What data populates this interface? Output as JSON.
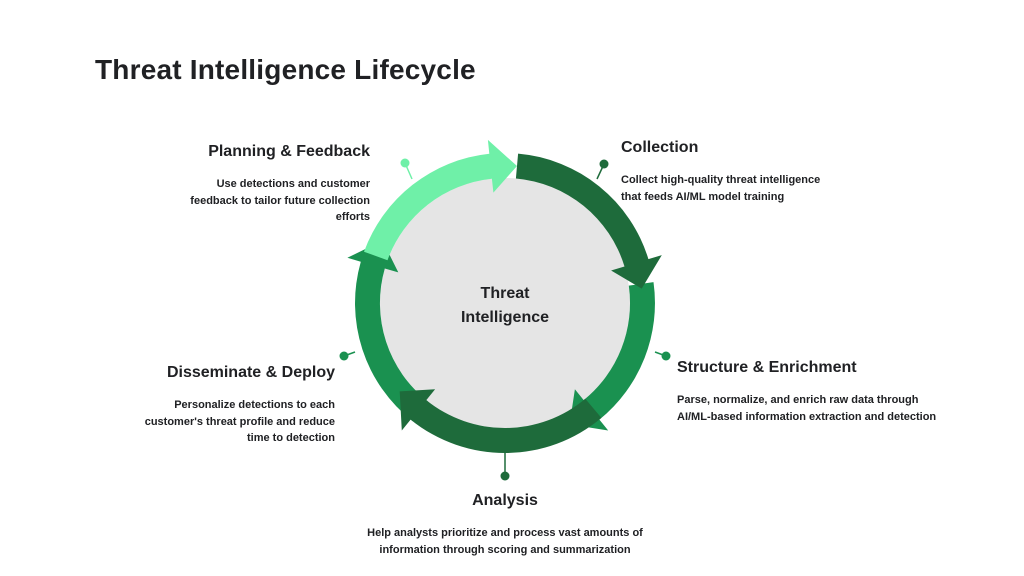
{
  "title": "Threat Intelligence Lifecycle",
  "center": {
    "line1": "Threat",
    "line2": "Intelligence"
  },
  "stages": [
    {
      "title": "Collection",
      "description": "Collect high-quality threat intelligence that feeds AI/ML model training"
    },
    {
      "title": "Structure & Enrichment",
      "description": "Parse, normalize, and enrich raw data through AI/ML-based information extraction and detection"
    },
    {
      "title": "Analysis",
      "description": "Help analysts prioritize and process vast amounts of information through scoring and summarization"
    },
    {
      "title": "Disseminate & Deploy",
      "description": "Personalize detections to each customer's threat profile and reduce time to detection"
    },
    {
      "title": "Planning & Feedback",
      "description": "Use detections and customer feedback to tailor future collection efforts"
    }
  ],
  "colors": {
    "collection": "#1e6b3b",
    "structure": "#1a9150",
    "analysis": "#1e6b3b",
    "disseminate": "#1a9150",
    "planning": "#6ff0a8",
    "inner_circle": "#e5e5e5"
  }
}
